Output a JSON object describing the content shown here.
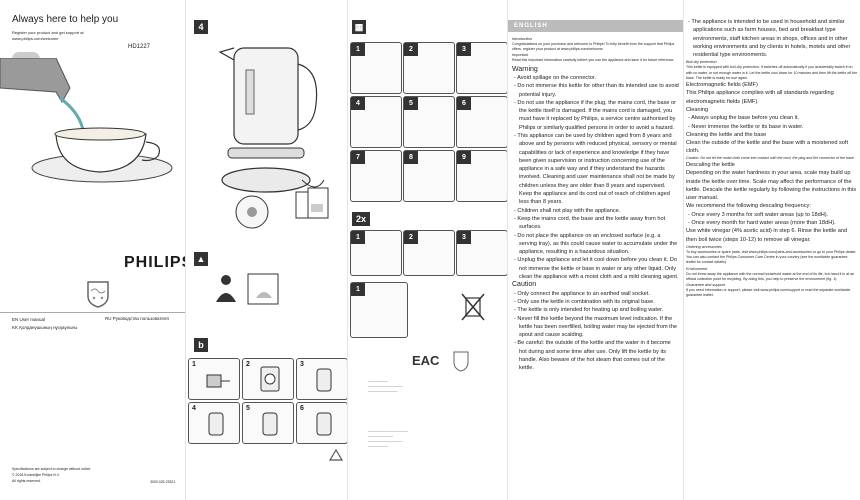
{
  "cover": {
    "tagline": "Always here to help you",
    "web_lines": [
      "Register your product and get support at",
      "www.philips.com/welcome"
    ],
    "model": "HD1227",
    "brand": "PHILIPS",
    "lang_lines": [
      "EN  User manual",
      "KK  Қолданушының нұсқаулығы"
    ],
    "lang_right": "RU  Руководство пользователя",
    "footer": [
      "Specifications are subject to change without notice",
      "© 2018 Koninklijke Philips N.V.",
      "All rights reserved."
    ],
    "code": "3000 025 23521"
  },
  "steps": {
    "page_step_a": "4",
    "page_step_b": "2x",
    "page_step_c": "1",
    "grid": [
      "1",
      "2",
      "3",
      "4",
      "5",
      "6",
      "7",
      "8",
      "9"
    ],
    "descale": [
      "1",
      "2",
      "3"
    ],
    "bottom": [
      "1",
      "2",
      "3",
      "4",
      "5",
      "6"
    ]
  },
  "manual": {
    "language": "ENGLISH",
    "intro_heading": "Introduction",
    "intro_text": "Congratulations on your purchase and welcome to Philips! To fully benefit from the support that Philips offers, register your product at www.philips.com/welcome.",
    "important_heading": "Important",
    "important_text": "Read this important information carefully before you use the appliance and save it for future reference.",
    "warning_heading": "Warning",
    "warning_items": [
      "Avoid spillage on the connector.",
      "Do not immerse this kettle for other than its intended use to avoid potential injury.",
      "Do not use the appliance if the plug, the mains cord, the base or the kettle itself is damaged. If the mains cord is damaged, you must have it replaced by Philips, a service centre authorised by Philips or similarly qualified persons in order to avoid a hazard.",
      "This appliance can be used by children aged from 8 years and above and by persons with reduced physical, sensory or mental capabilities or lack of experience and knowledge if they have been given supervision or instruction concerning use of the appliance in a safe way and if they understand the hazards involved. Cleaning and user maintenance shall not be made by children unless they are older than 8 years and supervised. Keep the appliance and its cord out of reach of children aged less than 8 years.",
      "Children shall not play with the appliance.",
      "Keep the mains cord, the base and the kettle away from hot surfaces.",
      "Do not place the appliance on an enclosed surface (e.g. a serving tray), as this could cause water to accumulate under the appliance, resulting in a hazardous situation.",
      "Unplug the appliance and let it cool down before you clean it. Do not immerse the kettle or base in water or any other liquid. Only clean the appliance with a moist cloth and a mild cleaning agent."
    ],
    "caution_heading": "Caution",
    "caution_items": [
      "Only connect the appliance to an earthed wall socket.",
      "Only use the kettle in combination with its original base.",
      "The kettle is only intended for heating up and boiling water.",
      "Never fill the kettle beyond the maximum level indication. If the kettle has been overfilled, boiling water may be ejected from the spout and cause scalding.",
      "Be careful: the outside of the kettle and the water in it become hot during and some time after use. Only lift the kettle by its handle. Also beware of the hot steam that comes out of the kettle."
    ],
    "col5": {
      "intended": "The appliance is intended to be used in household and similar applications such as farm houses, bed and breakfast type environments, staff kitchen areas in shops, offices and in other working environments and by clients in hotels, motels and other residential type environments.",
      "boil_dry_heading": "Boil-dry protection",
      "boil_dry": "This kettle is equipped with boil-dry protection. It switches off automatically if you accidentally switch it on with no water, or not enough water in it. Let the kettle cool down for 10 minutes and then lift the kettle off the base. The kettle is ready for use again.",
      "emf_heading": "Electromagnetic fields (EMF)",
      "emf": "This Philips appliance complies with all standards regarding electromagnetic fields (EMF).",
      "cleaning_heading": "Cleaning",
      "cleaning_items": [
        "Always unplug the base before you clean it.",
        "Never immerse the kettle or its base in water."
      ],
      "cleaning2_heading": "Cleaning the kettle and the base",
      "cleaning2": "Clean the outside of the kettle and the base with a moistened soft cloth.",
      "cleaning2_caution": "Caution: Do not let the moist cloth come into contact with the cord, the plug and the connector of the base.",
      "descaling_heading": "Descaling the kettle",
      "descaling": "Depending on the water hardness in your area, scale may build up inside the kettle over time. Scale may affect the performance of the kettle. Descale the kettle regularly by following the instructions in this user manual.",
      "recommend": "We recommend the following descaling frequency:",
      "freq": [
        "Once every 3 months for soft water areas (up to 18dH).",
        "Once every month for hard water areas (more than 18dH)."
      ],
      "vinegar": "Use white vinegar (4% acetic acid) in step 6. Rinse the kettle and then boil twice (steps 10-12) to remove all vinegar.",
      "ordering_heading": "Ordering accessories",
      "ordering": "To buy accessories or spare parts, visit www.philips.com/parts-and-accessories or go to your Philips dealer. You can also contact the Philips Consumer Care Centre in your country (see the worldwide guarantee leaflet for contact details).",
      "env_heading": "Environment",
      "env": "Do not throw away the appliance with the normal household waste at the end of its life, but hand it in at an official collection point for recycling. By doing this, you help to preserve the environment (fig. 1).",
      "guar_heading": "Guarantee and support",
      "guar": "If you need information or support, please visit www.philips.com/support or read the separate worldwide guarantee leaflet."
    }
  }
}
